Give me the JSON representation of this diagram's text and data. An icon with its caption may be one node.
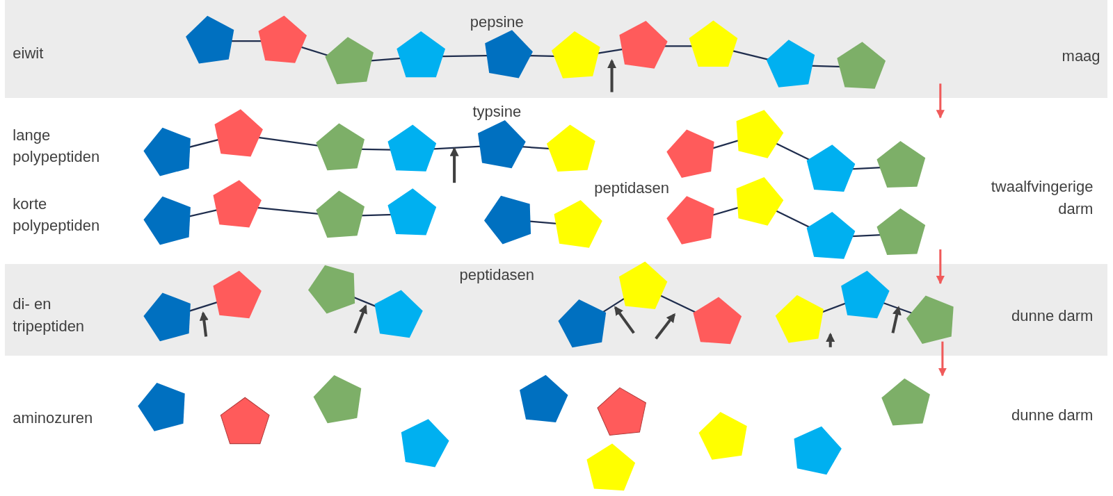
{
  "diagram": {
    "nodes": [
      {
        "text": [
          "eiwit",
          "pepsine",
          "maag"
        ]
      },
      {
        "text": [
          "typsine",
          "lange polypeptiden",
          "korte polypeptiden",
          "peptidasen",
          "twaalfvingerige darm"
        ]
      },
      {
        "text": [
          "peptidasen",
          "di- en tripeptiden",
          "dunne darm"
        ]
      },
      {
        "text": [
          "aminozuren",
          "dunne darm"
        ]
      }
    ],
    "edges": [
      {
        "from": 0,
        "to": 1,
        "arrow": "to"
      },
      {
        "from": 1,
        "to": 2,
        "arrow": "to"
      },
      {
        "from": 2,
        "to": 3,
        "arrow": "to"
      }
    ]
  }
}
